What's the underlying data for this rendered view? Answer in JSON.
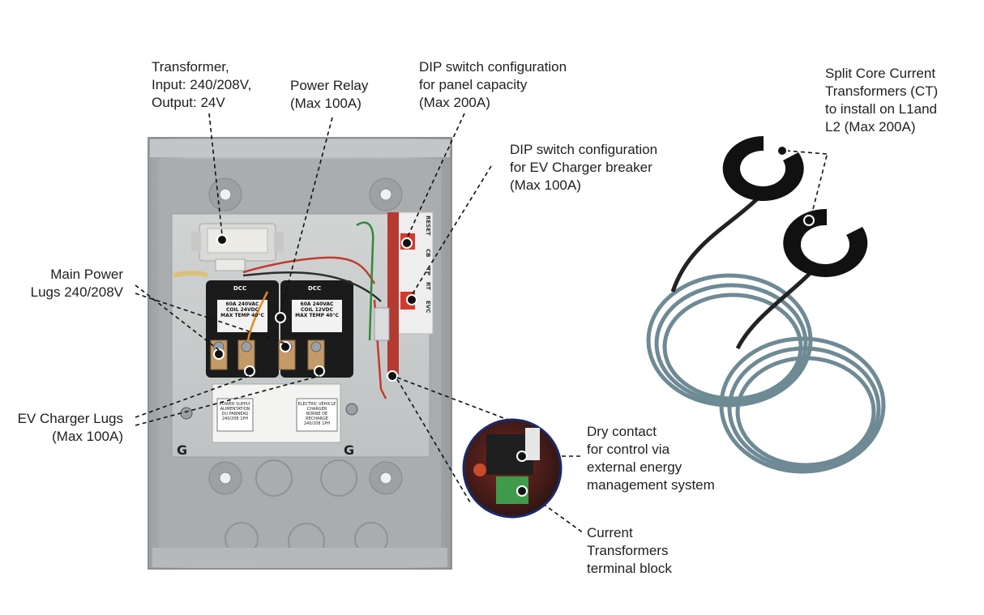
{
  "callouts": {
    "transformer": [
      "Transformer,",
      "Input: 240/208V,",
      "Output: 24V"
    ],
    "power_relay": [
      "Power Relay",
      "(Max 100A)"
    ],
    "dip_panel": [
      "DIP switch configuration",
      "for panel capacity",
      "(Max 200A)"
    ],
    "dip_ev": [
      "DIP switch configuration",
      "for EV Charger breaker",
      "(Max 100A)"
    ],
    "split_core": [
      "Split Core Current",
      "Transformers (CT)",
      "to install on L1and",
      "L2 (Max 200A)"
    ],
    "main_lugs": [
      "Main Power",
      "Lugs 240/208V"
    ],
    "ev_lugs": [
      "EV Charger Lugs",
      "(Max 100A)"
    ],
    "dry_contact": [
      "Dry contact",
      "for control via",
      "external energy",
      "management system"
    ],
    "ct_block": [
      "Current",
      "Transformers",
      "terminal block"
    ]
  },
  "device_labels": {
    "relay_text_1": [
      "60A 240VAC",
      "COIL 24VDC",
      "MAX TEMP 40°C"
    ],
    "relay_text_2": [
      "60A 240VAC",
      "COIL 12VDC",
      "MAX TEMP 40°C"
    ],
    "relay_brand": "DCC",
    "board_reset": "RESET",
    "board_cb": "CB",
    "board_tp": "TP",
    "board_rt": "RT",
    "board_evc": "EVC",
    "lug_panel_left": [
      "POWER SUPPLY",
      "ALIMENTATION",
      "DU PANNEAU",
      "240/208 1PH"
    ],
    "lug_panel_right": [
      "ELECTRIC VEHICLE",
      "CHARGER",
      "BORNE DE RECHARGE",
      "240/208 1PH"
    ],
    "ground_left": "G",
    "ground_right": "G"
  },
  "colors": {
    "enclosure": "#aeb1b3",
    "relay_body": "#1b1b1b",
    "board_red": "#d23a2c",
    "terminal_green": "#3f9a4c",
    "cable": "#6e8a94",
    "ct_core": "#111111"
  }
}
